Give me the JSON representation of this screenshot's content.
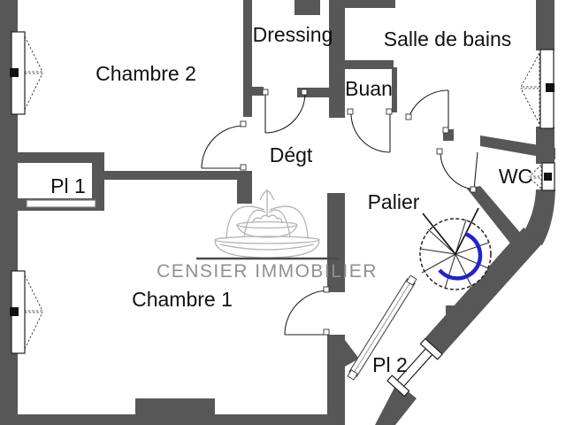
{
  "plan": {
    "rooms": {
      "chambre2": {
        "label": "Chambre 2"
      },
      "dressing": {
        "label": "Dressing"
      },
      "salle_de_bains": {
        "label": "Salle de bains"
      },
      "buanderie": {
        "label": "Buan"
      },
      "degagement": {
        "label": "Dégt"
      },
      "placard1": {
        "label": "Pl 1"
      },
      "wc": {
        "label": "WC"
      },
      "palier": {
        "label": "Palier"
      },
      "chambre1": {
        "label": "Chambre 1"
      },
      "placard2": {
        "label": "Pl 2"
      }
    },
    "watermark": {
      "text": "CENSIER IMMOBILIER"
    },
    "colors": {
      "wall": "#575757",
      "stair_arrow": "#2222cc",
      "watermark_text": "#909090",
      "watermark_line": "#4a4a4a",
      "sketch": "#b4b4b4"
    }
  }
}
